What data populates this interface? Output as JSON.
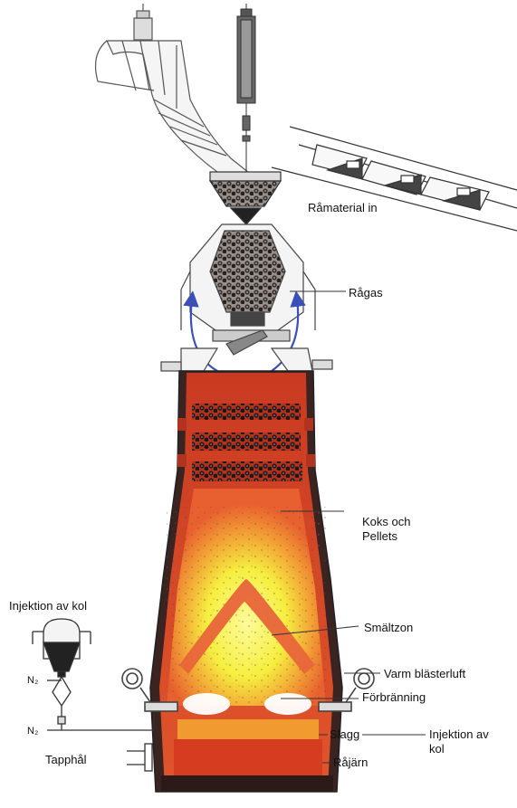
{
  "labels": {
    "raw_material_in": "Råmaterial in",
    "raw_gas": "Rågas",
    "coke_and_pellets": "Koks och Pellets",
    "melt_zone": "Smältzon",
    "hot_blast_air": "Varm blästerluft",
    "combustion": "Förbränning",
    "slag": "Slagg",
    "injection_of_coal_right": "Injektion av kol",
    "pig_iron": "Råjärn",
    "injection_of_coal_left": "Injektion av kol",
    "tap_hole": "Tapphål",
    "n2_upper": "N₂",
    "n2_lower": "N₂"
  },
  "colors": {
    "furnace_outer": "#d94a2e",
    "furnace_inner": "#e8602f",
    "hot_core": "#f8f047",
    "melt_zone": "#e8653a",
    "iron": "#d63c20",
    "base": "#2b1a17",
    "gas_arrows": "#3a4fb8",
    "line": "#333333"
  }
}
